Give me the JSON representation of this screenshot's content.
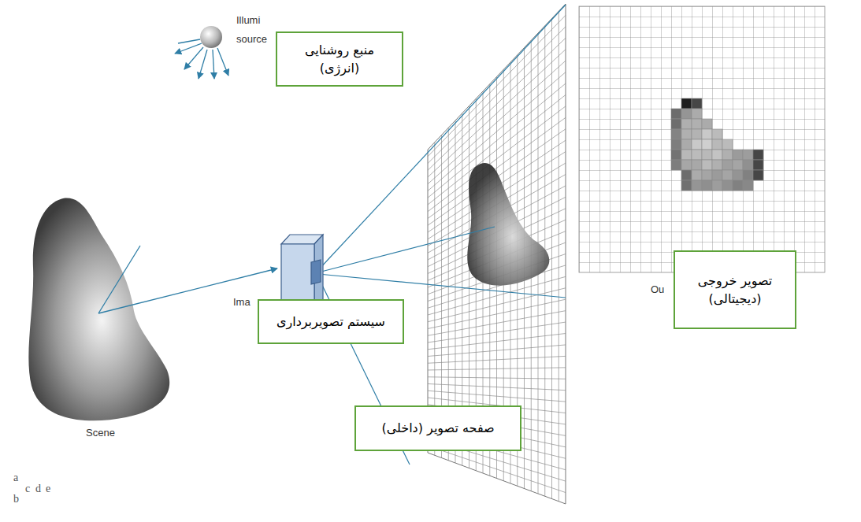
{
  "diagram": {
    "nodes": [
      {
        "text": [
          "منبع روشنایی (انرژی)"
        ]
      },
      {
        "text": [
          "تصویر خروجی (دیجیتالی)"
        ]
      },
      {
        "text": [
          "سیستم تصویربرداری"
        ]
      },
      {
        "text": [
          "صفحه تصویر (داخلی)"
        ]
      }
    ],
    "labels": [
      "Illumi",
      "source",
      "Scene",
      "Ima",
      "Ou",
      "a",
      "b",
      "c",
      "d",
      "e"
    ]
  }
}
